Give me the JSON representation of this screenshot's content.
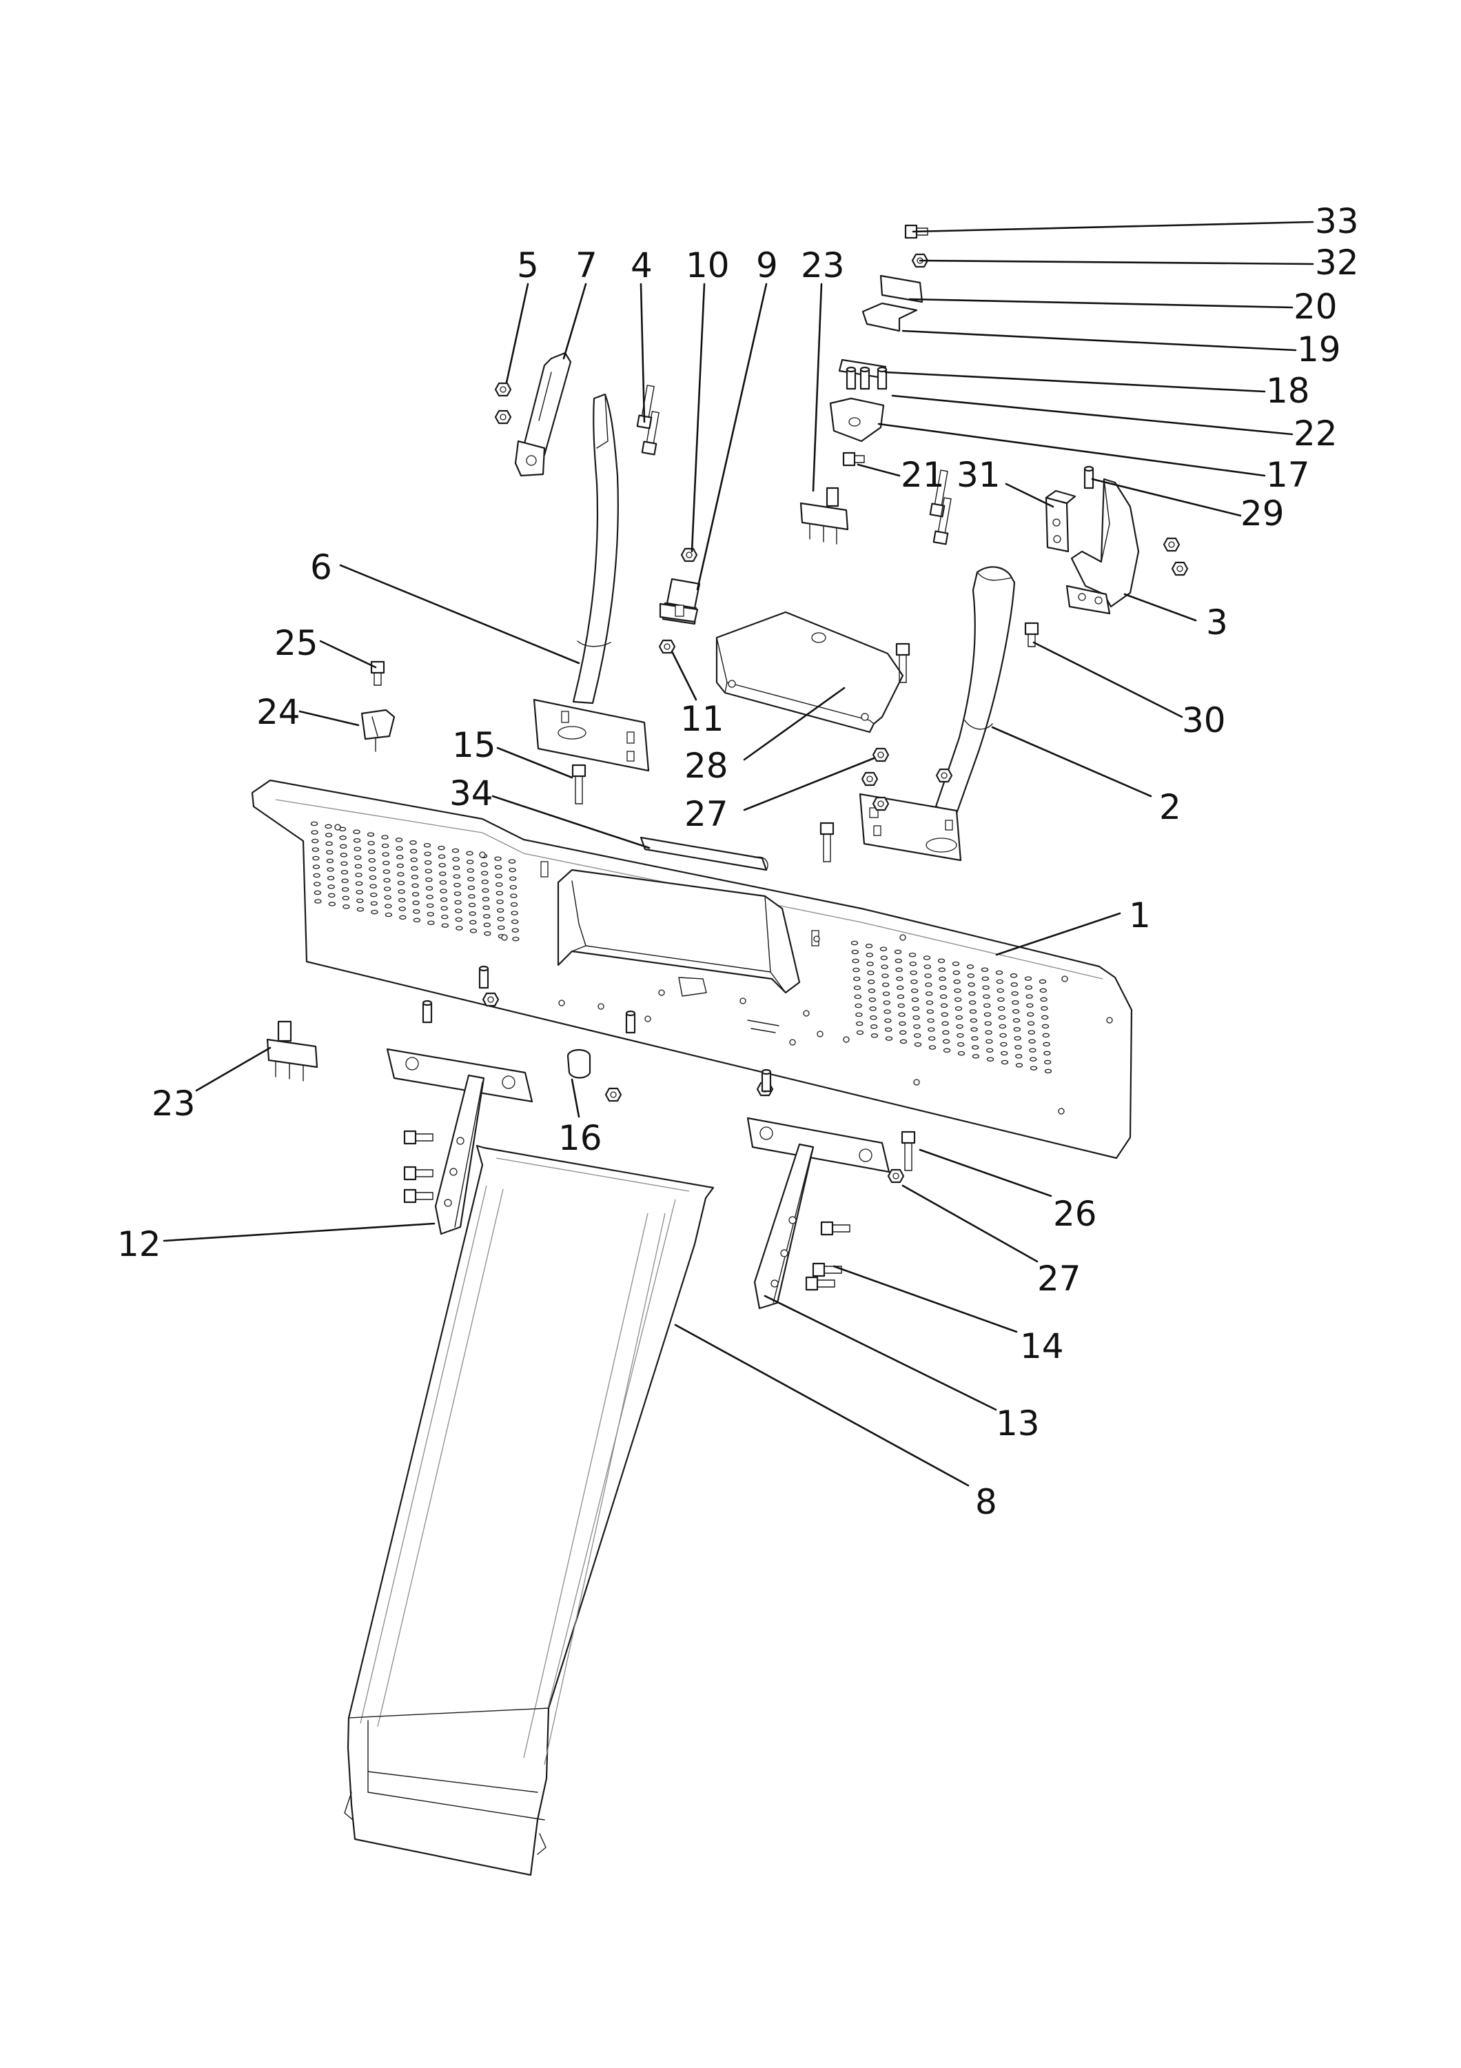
{
  "figure": {
    "callouts": [
      {
        "id": "c33a",
        "label": "33"
      },
      {
        "id": "c32",
        "label": "32"
      },
      {
        "id": "c20",
        "label": "20"
      },
      {
        "id": "c19",
        "label": "19"
      },
      {
        "id": "c18",
        "label": "18"
      },
      {
        "id": "c22",
        "label": "22"
      },
      {
        "id": "c17",
        "label": "17"
      },
      {
        "id": "c21",
        "label": "21"
      },
      {
        "id": "c31",
        "label": "31"
      },
      {
        "id": "c29",
        "label": "29"
      },
      {
        "id": "c3",
        "label": "3"
      },
      {
        "id": "c30",
        "label": "30"
      },
      {
        "id": "c5",
        "label": "5"
      },
      {
        "id": "c7",
        "label": "7"
      },
      {
        "id": "c4",
        "label": "4"
      },
      {
        "id": "c10",
        "label": "10"
      },
      {
        "id": "c9",
        "label": "9"
      },
      {
        "id": "c23a",
        "label": "23"
      },
      {
        "id": "c6",
        "label": "6"
      },
      {
        "id": "c25",
        "label": "25"
      },
      {
        "id": "c24",
        "label": "24"
      },
      {
        "id": "c11",
        "label": "11"
      },
      {
        "id": "c28",
        "label": "28"
      },
      {
        "id": "c15",
        "label": "15"
      },
      {
        "id": "c34",
        "label": "34"
      },
      {
        "id": "c27a",
        "label": "27"
      },
      {
        "id": "c2",
        "label": "2"
      },
      {
        "id": "c1",
        "label": "1"
      },
      {
        "id": "c23b",
        "label": "23"
      },
      {
        "id": "c16",
        "label": "16"
      },
      {
        "id": "c26",
        "label": "26"
      },
      {
        "id": "c12",
        "label": "12"
      },
      {
        "id": "c27b",
        "label": "27"
      },
      {
        "id": "c14",
        "label": "14"
      },
      {
        "id": "c13",
        "label": "13"
      },
      {
        "id": "c8",
        "label": "8"
      }
    ]
  }
}
